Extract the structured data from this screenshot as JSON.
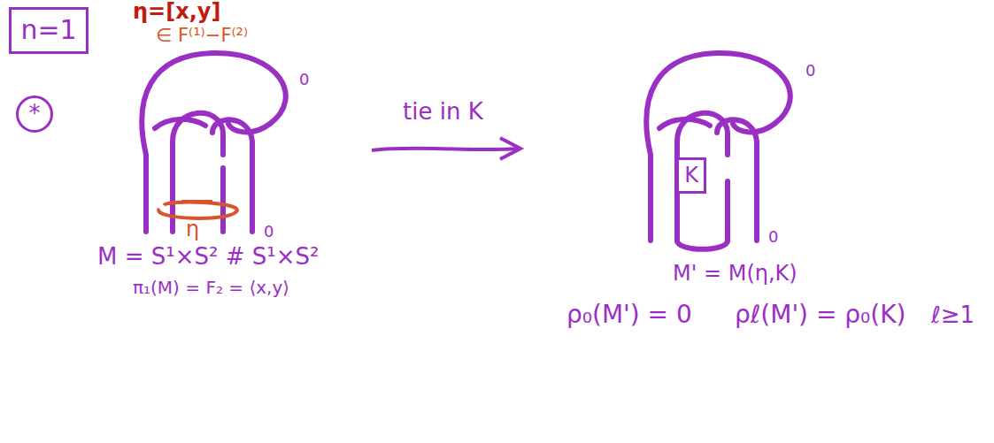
{
  "diagram": {
    "nodes": [
      {
        "text": [
          "n=1"
        ]
      },
      {
        "text": [
          "*"
        ]
      },
      {
        "text": [
          "K"
        ]
      }
    ],
    "labels": [
      "η=[x,y]",
      "∈ F⁽¹⁾−F⁽²⁾",
      "0",
      "η",
      "0",
      "M = S¹×S² # S¹×S²",
      "π₁(M) = F₂ = ⟨x,y⟩",
      "tie in K",
      "0",
      "0",
      "M' = M(η,K)",
      "ρ₀(M') = 0",
      "ρℓ(M') = ρ₀(K)",
      "ℓ≥1"
    ]
  }
}
